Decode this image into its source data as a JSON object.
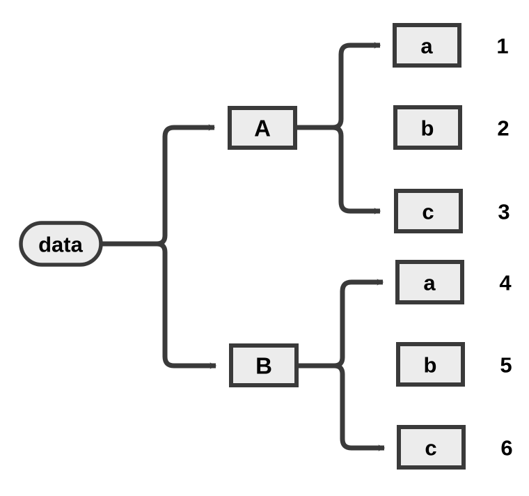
{
  "diagram": {
    "type": "tree-flowchart",
    "background_color": "#ffffff",
    "node_fill_color": "#ececec",
    "node_stroke_color": "#3a3a3a",
    "edge_color": "#3a3a3a",
    "text_color": "#000000",
    "root": {
      "label": "data",
      "shape": "rounded-rectangle"
    },
    "branches": [
      {
        "label": "A",
        "shape": "rectangle",
        "leaves": [
          {
            "label": "a",
            "index": "1",
            "has_arrow": true
          },
          {
            "label": "b",
            "index": "2",
            "has_arrow": false
          },
          {
            "label": "c",
            "index": "3",
            "has_arrow": true
          }
        ]
      },
      {
        "label": "B",
        "shape": "rectangle",
        "leaves": [
          {
            "label": "a",
            "index": "4",
            "has_arrow": true
          },
          {
            "label": "b",
            "index": "5",
            "has_arrow": false
          },
          {
            "label": "c",
            "index": "6",
            "has_arrow": true
          }
        ]
      }
    ]
  }
}
